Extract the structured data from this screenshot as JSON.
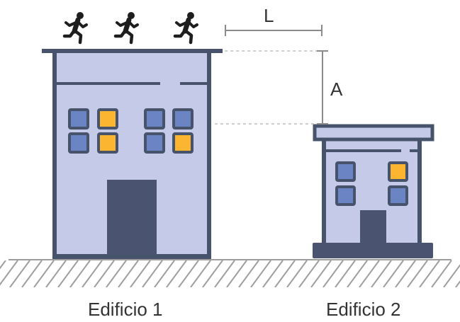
{
  "labels": {
    "gap_width": "L",
    "height_difference": "A",
    "building_1": "Edificio 1",
    "building_2": "Edificio  2"
  },
  "colors": {
    "outline": "#46536b",
    "wall": "#c5cae9",
    "door": "#4a5470",
    "window_blue": "#6b85c4",
    "window_yellow": "#fbb531",
    "ground_hatch": "#9e9e9e",
    "dimension": "#8a8a8a",
    "runner": "#1e1e1e"
  },
  "icons": {
    "runners": [
      "running-person-icon",
      "running-person-icon",
      "running-person-icon"
    ]
  },
  "windows": {
    "building_1": [
      "blue",
      "yellow",
      "blue",
      "blue",
      "blue",
      "yellow",
      "blue",
      "yellow"
    ],
    "building_2": [
      "blue",
      "yellow",
      "blue",
      "blue"
    ]
  }
}
